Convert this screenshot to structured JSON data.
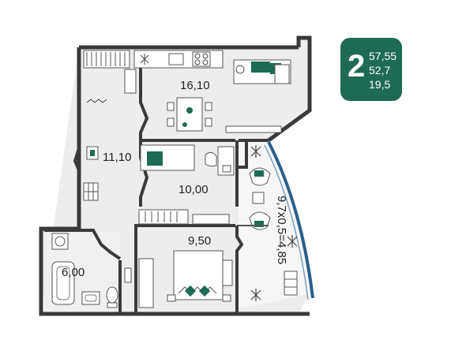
{
  "badge": {
    "rooms": "2",
    "total_area": "57,55",
    "living_area": "52,7",
    "kitchen_area": "19,5",
    "color": "#1e6b55"
  },
  "rooms": {
    "kitchen_living": "16,10",
    "hallway": "11,10",
    "bedroom_upper": "10,00",
    "bedroom_lower": "9,50",
    "bathroom": "6,00",
    "loggia": "9,7x0,5=4,85"
  },
  "colors": {
    "wall": "#3a3a3a",
    "floor": "#ededed",
    "accent": "#1e6b55",
    "glazing": "#2b5f8a"
  },
  "icons": [
    "sofa-icon",
    "dining-table-icon",
    "bed-icon",
    "armchair-icon",
    "bathtub-icon",
    "toilet-icon",
    "sink-icon",
    "washing-machine-icon",
    "stove-icon",
    "plant-icon",
    "desk-icon"
  ]
}
